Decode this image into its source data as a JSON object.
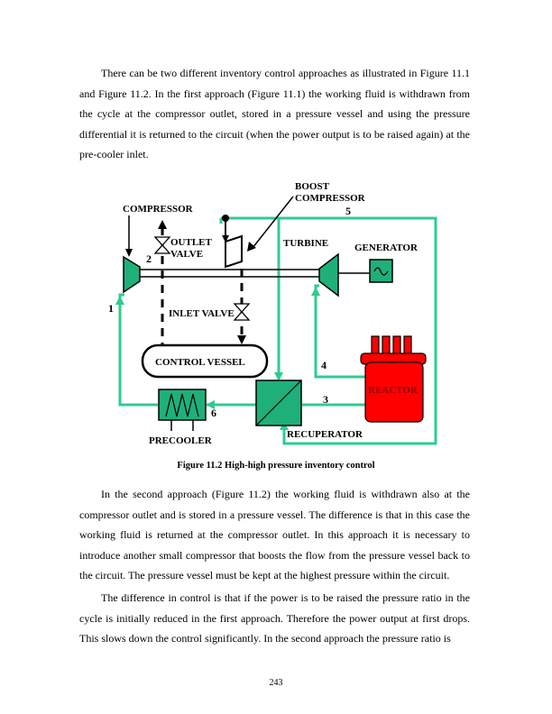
{
  "paragraphs": {
    "p1": "There can be two different inventory control approaches as illustrated in Figure 11.1 and Figure 11.2.  In the first approach (Figure 11.1) the working fluid is withdrawn from the cycle at the compressor outlet, stored in a pressure vessel and using the pressure differential it is returned to the circuit (when the power output is to be raised again) at the pre-cooler inlet.",
    "p2": "In the second approach (Figure 11.2) the working fluid is withdrawn also at the compressor outlet and is stored in a pressure vessel.  The difference is that in this case the working fluid is returned at the compressor outlet.  In this approach it is necessary to introduce another small compressor that boosts the flow from the pressure vessel back to the circuit.  The pressure vessel must be kept at the highest pressure within the circuit.",
    "p3": "The difference in control is that if the power is to be raised the pressure ratio in the cycle is initially reduced in the first approach.  Therefore the power output at first drops. This slows down the control significantly.  In the second approach the pressure ratio is"
  },
  "figure": {
    "labels": {
      "compressor": "COMPRESSOR",
      "boost_line1": "BOOST",
      "boost_line2": "COMPRESSOR",
      "outlet_line1": "OUTLET",
      "outlet_line2": "VALVE",
      "turbine": "TURBINE",
      "generator": "GENERATOR",
      "inlet_valve": "INLET VALVE",
      "control_vessel": "CONTROL VESSEL",
      "reactor": "REACTOR",
      "recuperator": "RECUPERATOR",
      "precooler": "PRECOOLER"
    },
    "state_points": {
      "n1": "1",
      "n2": "2",
      "n3": "3",
      "n4": "4",
      "n5": "5",
      "n6": "6"
    },
    "colors": {
      "flow_line": "#2ecc8f",
      "component_fill": "#1fb07a",
      "reactor_fill": "#ff0000",
      "reactor_text": "#8b0000"
    }
  },
  "caption": "Figure 11.2 High-high pressure inventory control",
  "page_number": "243"
}
